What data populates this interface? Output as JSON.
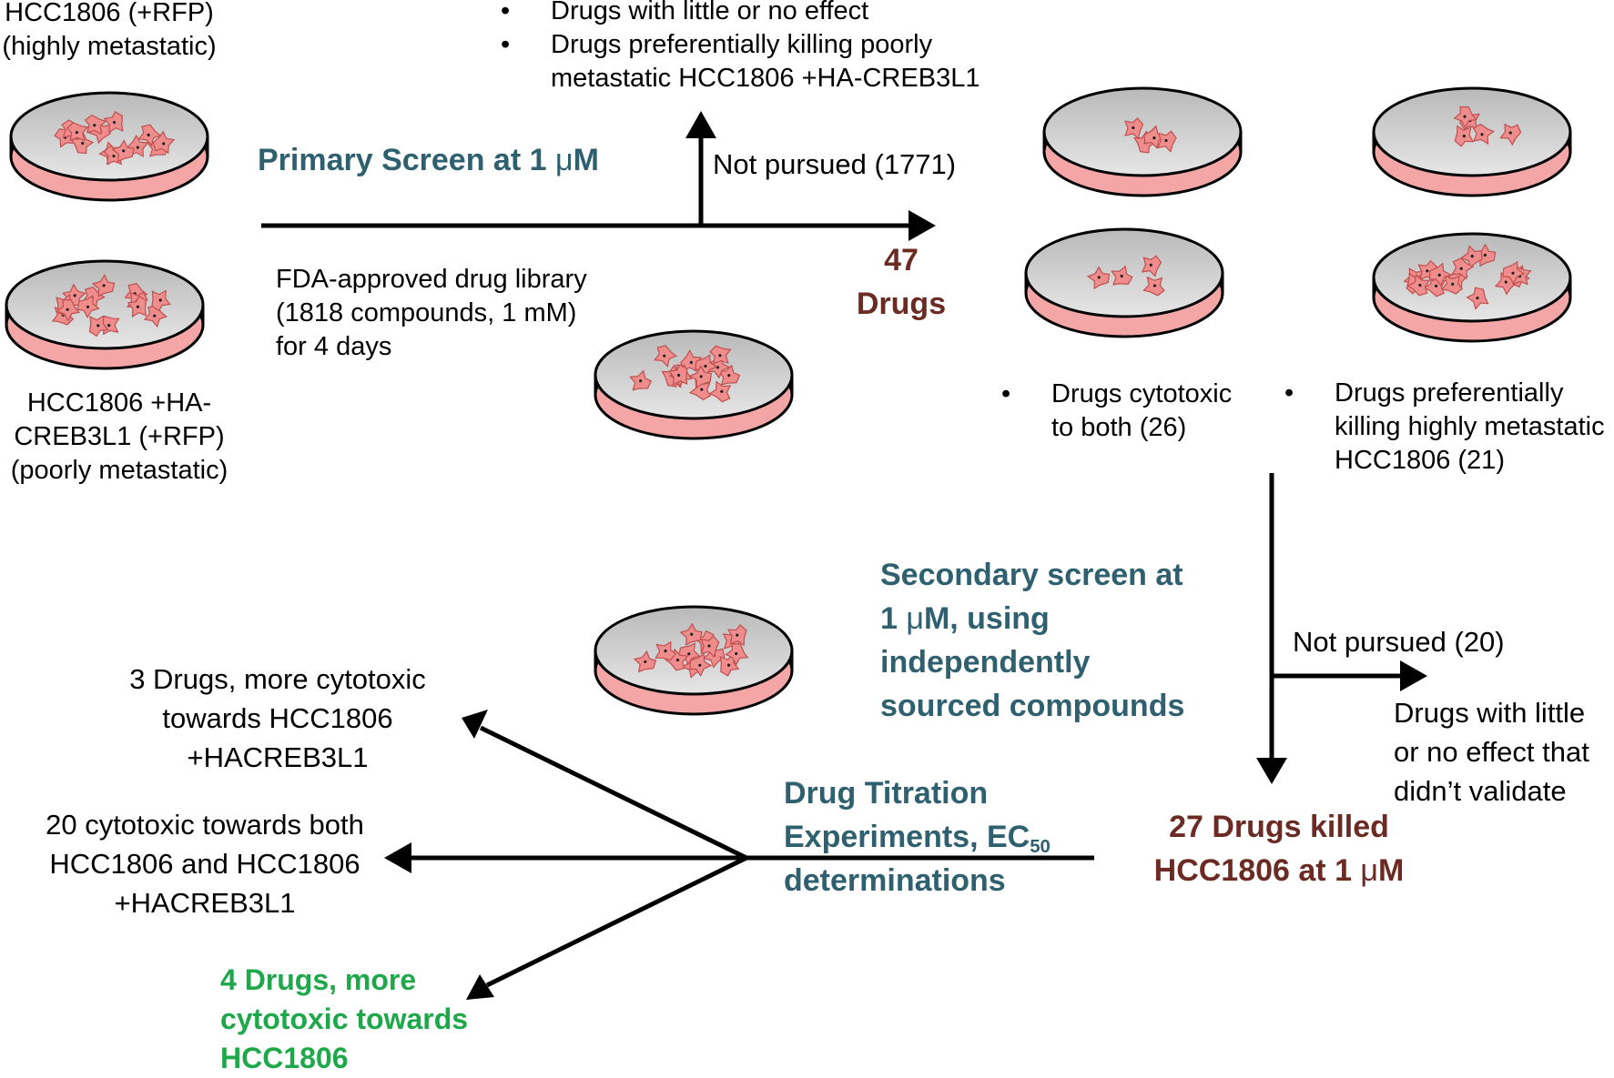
{
  "labels": {
    "cell_line_1": [
      "HCC1806 (+RFP)",
      "(highly metastatic)"
    ],
    "cell_line_2": [
      "HCC1806 +HA-",
      "CREB3L1 (+RFP)",
      "(poorly metastatic)"
    ],
    "top_bullets": [
      "Drugs with little or no effect",
      "Drugs preferentially killing poorly",
      "metastatic HCC1806 +HA-CREB3L1"
    ],
    "primary_screen_prefix": "Primary Screen at 1 ",
    "micro": "μ",
    "primary_screen_suffix": "M",
    "not_pursued_1": "Not pursued (1771)",
    "library": [
      "FDA-approved drug library",
      "(1818 compounds, 1 mM)",
      "for 4 days"
    ],
    "drugs_47": [
      "47",
      "Drugs"
    ],
    "cytotoxic_both": [
      "Drugs cytotoxic",
      "to both (26)"
    ],
    "preferential_high": [
      "Drugs preferentially",
      "killing highly metastatic",
      "HCC1806 (21)"
    ],
    "secondary_1": "Secondary screen at",
    "secondary_2_prefix": "1 ",
    "secondary_2_suffix": "M, using",
    "secondary_3": "independently",
    "secondary_4": "sourced compounds",
    "not_pursued_2": "Not pursued (20)",
    "no_effect": [
      "Drugs with little",
      "or no effect that",
      "didn’t validate"
    ],
    "killed_1": "27 Drugs killed",
    "killed_2_prefix": "HCC1806 at 1 ",
    "killed_2_suffix": "M",
    "titration_1": "Drug Titration",
    "titration_2_prefix": "Experiments, EC",
    "titration_2_sub": "50",
    "titration_3": "determinations",
    "result_3": [
      "3 Drugs, more cytotoxic",
      "towards HCC1806",
      "+HACREB3L1"
    ],
    "result_20": [
      "20 cytotoxic towards both",
      "HCC1806 and HCC1806",
      "+HACREB3L1"
    ],
    "result_4": [
      "4 Drugs, more",
      "cytotoxic towards",
      "HCC1806"
    ]
  },
  "colors": {
    "teal": "#2e6070",
    "maroon": "#6b2a22",
    "green": "#1ea84a",
    "dish_top": "#c9c9c9",
    "dish_base": "#f4a6a6",
    "cell": "#ef8c8c"
  },
  "dishes": [
    {
      "name": "dish-highly-metastatic",
      "cell_count": 14
    },
    {
      "name": "dish-poorly-metastatic",
      "cell_count": 14
    },
    {
      "name": "dish-library",
      "cell_count": 14
    },
    {
      "name": "dish-result-top-left",
      "cell_count": 4
    },
    {
      "name": "dish-result-top-right",
      "cell_count": 5
    },
    {
      "name": "dish-result-bottom-left",
      "cell_count": 4
    },
    {
      "name": "dish-result-bottom-right",
      "cell_count": 16
    },
    {
      "name": "dish-secondary",
      "cell_count": 14
    }
  ]
}
